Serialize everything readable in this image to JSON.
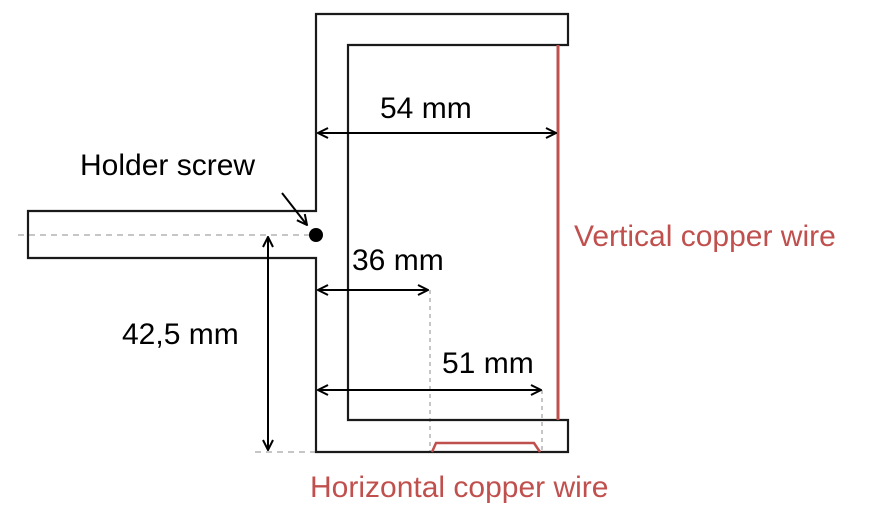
{
  "labels": {
    "holder_screw": "Holder screw",
    "dim_54": "54 mm",
    "dim_36": "36 mm",
    "dim_51": "51 mm",
    "dim_42_5": "42,5 mm",
    "vertical_wire": "Vertical copper wire",
    "horizontal_wire": "Horizontal copper wire"
  },
  "colors": {
    "outline": "#1a1a1a",
    "wire": "#c0504d",
    "guide": "#b3b3b3",
    "text": "#000000"
  }
}
